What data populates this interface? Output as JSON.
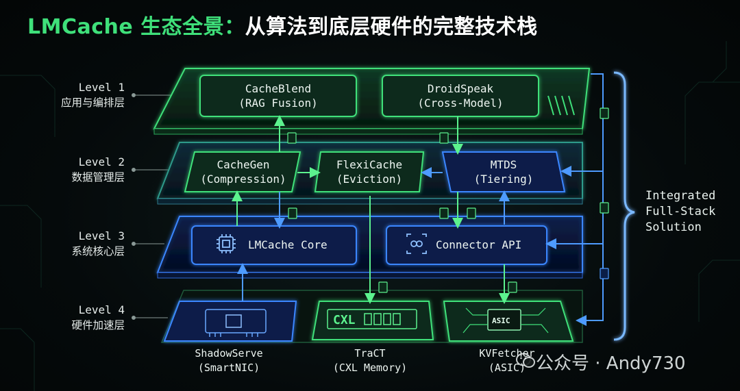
{
  "title": {
    "highlight": "LMCache 生态全景：",
    "rest": "从算法到底层硬件的完整技术栈"
  },
  "levels": [
    {
      "name": "Level 1",
      "desc": "应用与编排层"
    },
    {
      "name": "Level 2",
      "desc": "数据管理层"
    },
    {
      "name": "Level 3",
      "desc": "系统核心层"
    },
    {
      "name": "Level 4",
      "desc": "硬件加速层"
    }
  ],
  "level1": {
    "cacheblend": {
      "line1": "CacheBlend",
      "line2": "(RAG Fusion)"
    },
    "droidspeak": {
      "line1": "DroidSpeak",
      "line2": "(Cross-Model)"
    }
  },
  "level2": {
    "cachegen": {
      "line1": "CacheGen",
      "line2": "(Compression)"
    },
    "flexicache": {
      "line1": "FlexiCache",
      "line2": "(Eviction)"
    },
    "mtds": {
      "line1": "MTDS",
      "line2": "(Tiering)"
    }
  },
  "level3": {
    "core": "LMCache Core",
    "connector": "Connector API"
  },
  "level4": {
    "shadowserve": {
      "line1": "ShadowServe",
      "line2": "(SmartNIC)"
    },
    "tract": {
      "line1": "TraCT",
      "line2": "(CXL Memory)"
    },
    "kvfetcher": {
      "line1": "KVFetcher",
      "line2": "(ASIC)"
    },
    "cxl_chip_text": "CXL",
    "asic_chip_text": "ASIC"
  },
  "side": {
    "line1": "Integrated",
    "line2": "Full-Stack",
    "line3": "Solution"
  },
  "watermark": "公众号 · Andy730",
  "colors": {
    "green": "#3fe07a",
    "blue": "#3a86ff",
    "title_white": "#ffffff"
  }
}
